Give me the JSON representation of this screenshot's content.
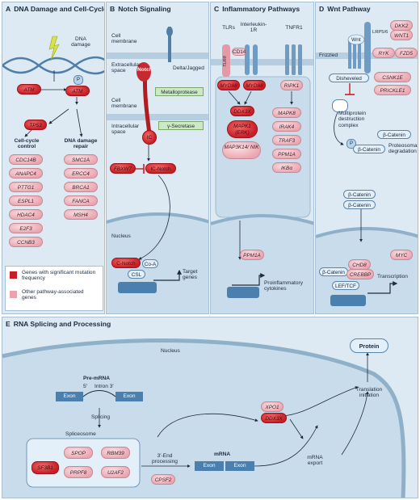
{
  "panelA": {
    "letter": "A",
    "title": "DNA Damage and Cell-Cycle Control",
    "dna_damage": "DNA damage",
    "p_label": "P",
    "atm1": "ATM",
    "atm2": "ATM",
    "tp53": "TP53",
    "cell_cycle_title": "Cell-cycle control",
    "dna_repair_title": "DNA damage repair",
    "cell_cycle_genes": [
      "CDC14B",
      "ANAPC4",
      "PTTG1",
      "ESPL1",
      "HDAC4",
      "E2F3",
      "CCNB3"
    ],
    "dna_repair_genes": [
      "SMC1A",
      "ERCC4",
      "BRCA1",
      "FANCA",
      "MSH4"
    ],
    "legend_significant": "Genes with significant mutation frequency",
    "legend_other": "Other pathway-associated genes",
    "legend_colors": {
      "significant": "#c81e26",
      "other": "#eaa2ac"
    }
  },
  "panelB": {
    "letter": "B",
    "title": "Notch Signaling",
    "cell_membrane_top": "Cell membrane",
    "extracellular": "Extracellular space",
    "notch": "Notch",
    "delta": "Delta/Jagged",
    "cell_membrane": "Cell membrane",
    "metalloprotease": "Metalloprotease",
    "gamma_secretase": "γ-Secretase",
    "intracellular": "Intracellular space",
    "ic": "IC",
    "fbxw7": "FBXW7",
    "ic_notch": "IC-Notch",
    "nucleus": "Nucleus",
    "c_notch": "C-Notch",
    "coa": "Co-A",
    "csl": "CSL",
    "target_genes": "Target genes"
  },
  "panelC": {
    "letter": "C",
    "title": "Inflammatory Pathways",
    "tlrs": "TLRs",
    "il1r": "Interleukin-1R",
    "tnfr1": "TNFR1",
    "tlr8": "TLR8",
    "cd14": "CD14",
    "myd88_a": "MYD88",
    "myd88_b": "MYD88",
    "ripk1": "RIPK1",
    "ddx3x": "DDX3X",
    "mapk1": "MAPK1 (ERK)",
    "map3k14": "MAP3K14/ NIK",
    "right_genes": [
      "MAPK8",
      "IRAK4",
      "TRAF3",
      "PPM1A",
      "IKBα"
    ],
    "ppm1a": "PPM1A",
    "proinflammatory": "Proinflammatory cytokines"
  },
  "panelD": {
    "letter": "D",
    "title": "Wnt Pathway",
    "wnt": "Wnt",
    "lrp6": "LRP5/6",
    "frizzled": "Frizzled",
    "disheveled": "Disheveled",
    "genes_right": [
      "DKK2",
      "WNT1",
      "RYK",
      "FZD5",
      "CSNK1E",
      "PRICKLE1"
    ],
    "multiprotein": "Multiprotein destruction complex",
    "beta_catenin": "β-Catenin",
    "p_label": "P",
    "proteosomal": "Proteosomal degradation",
    "beta_catenin_2": "β-Catenin",
    "beta_catenin_3": "β-Catenin",
    "beta_catenin_4": "β-Catenin",
    "chd8": "CHD8",
    "crebbp": "CREBBP",
    "lef_tcf": "LEF/TCF",
    "myc": "MYC",
    "transcription": "Transcription"
  },
  "panelE": {
    "letter": "E",
    "title": "RNA Splicing and Processing",
    "nucleus": "Nucleus",
    "premrna": "Pre-mRNA",
    "five_prime": "5′",
    "intron": "Intron 3′",
    "exon1": "Exon",
    "exon2": "Exon",
    "splicing": "Splicing",
    "spliceosome": "Spliceosome",
    "sf3b1": "SF3B1",
    "splice_genes": [
      "SPOP",
      "RBM39",
      "PRPF8",
      "U2AF2"
    ],
    "three_end": "3′-End processing",
    "cpsf2": "CPSF2",
    "mrna": "mRNA",
    "exon3": "Exon",
    "exon4": "Exon",
    "xpo1": "XPO1",
    "ddx3x": "DDX3X",
    "mrna_export": "mRNA export",
    "translation": "Translation initiation",
    "protein": "Protein"
  }
}
